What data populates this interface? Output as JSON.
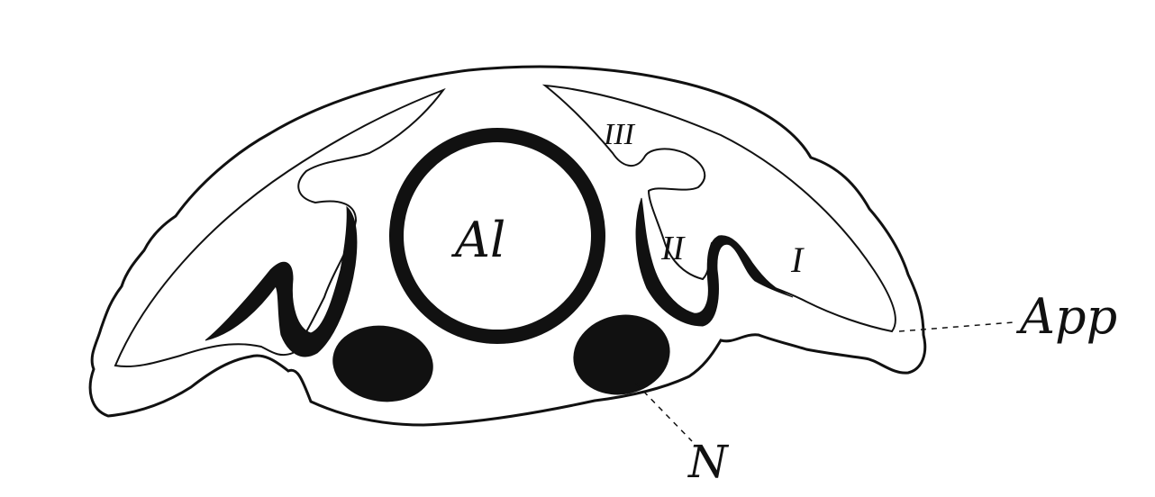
{
  "diagram": {
    "labels": {
      "al": "Al",
      "i": "I",
      "ii": "II",
      "iii": "III",
      "app": "App",
      "n": "N"
    },
    "colors": {
      "ink": "#111111",
      "background": "#ffffff"
    }
  }
}
